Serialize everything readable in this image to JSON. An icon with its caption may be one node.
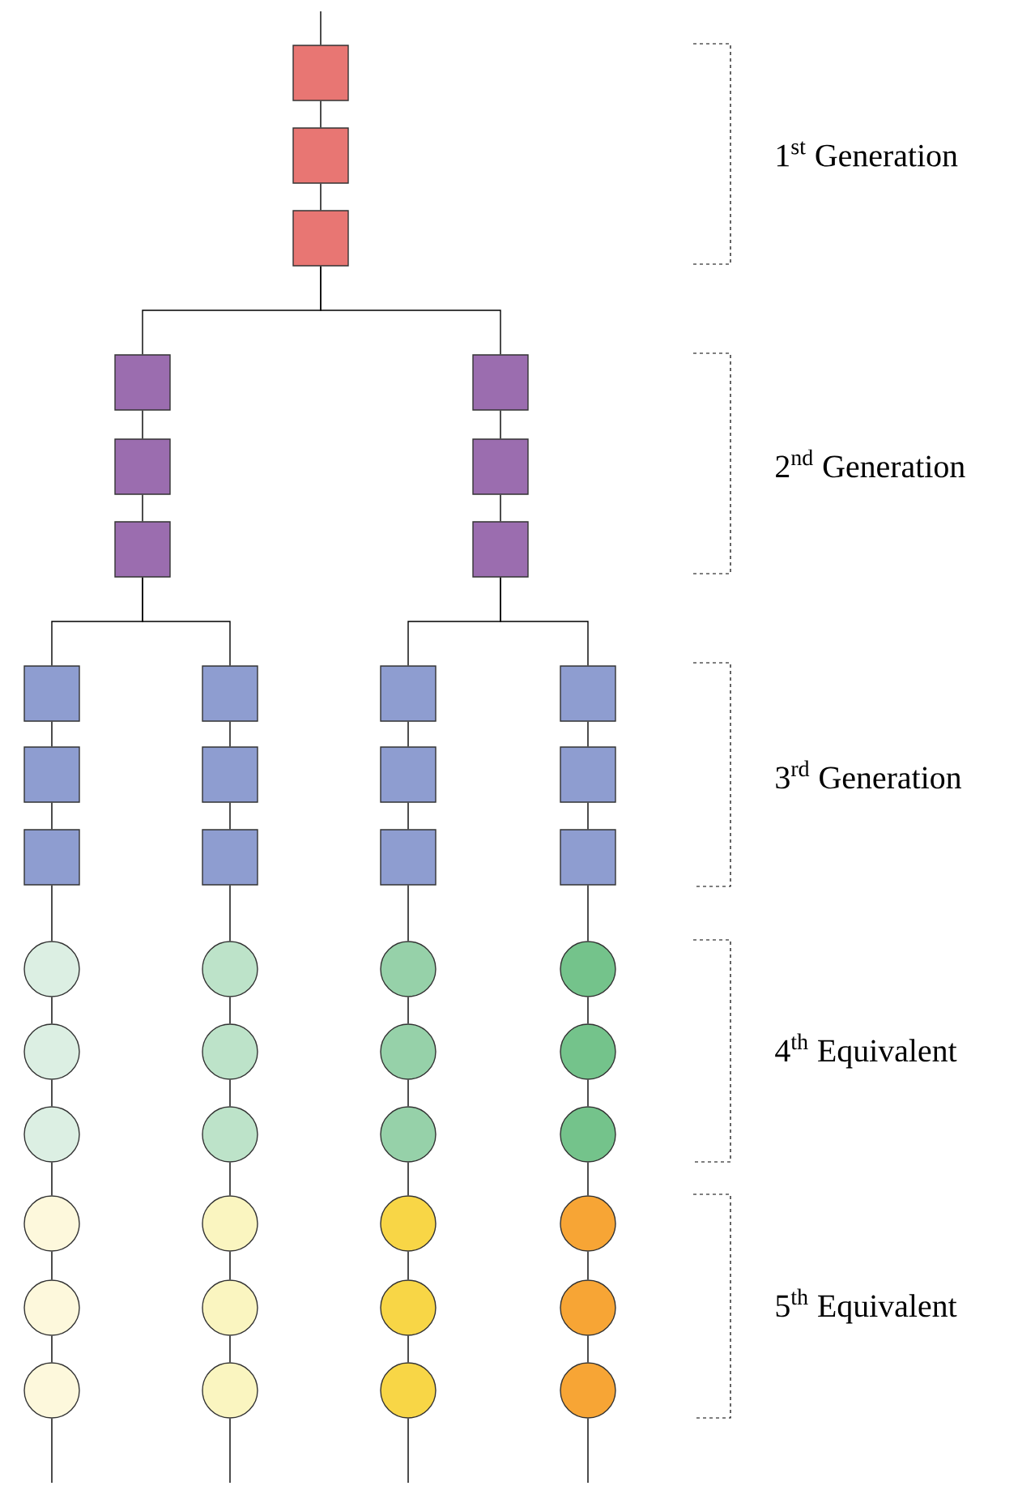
{
  "diagram": {
    "nodes": [
      {
        "text": [],
        "shape": "box"
      },
      {
        "text": [],
        "shape": "box"
      },
      {
        "text": [],
        "shape": "box"
      },
      {
        "text": [],
        "shape": "box"
      },
      {
        "text": [],
        "shape": "box"
      },
      {
        "text": [],
        "shape": "box"
      },
      {
        "text": [],
        "shape": "box"
      },
      {
        "text": [],
        "shape": "box"
      },
      {
        "text": [],
        "shape": "box"
      },
      {
        "text": [],
        "shape": "box"
      },
      {
        "text": [],
        "shape": "box"
      },
      {
        "text": [],
        "shape": "box"
      },
      {
        "text": [],
        "shape": "box"
      },
      {
        "text": [],
        "shape": "box"
      },
      {
        "text": [],
        "shape": "box"
      },
      {
        "text": [],
        "shape": "box"
      },
      {
        "text": [],
        "shape": "box"
      },
      {
        "text": [],
        "shape": "box"
      },
      {
        "text": [],
        "shape": "box"
      },
      {
        "text": [],
        "shape": "box"
      },
      {
        "text": [],
        "shape": "box"
      },
      {
        "text": [],
        "shape": "circle"
      },
      {
        "text": [],
        "shape": "circle"
      },
      {
        "text": [],
        "shape": "circle"
      },
      {
        "text": [],
        "shape": "circle"
      },
      {
        "text": [],
        "shape": "circle"
      },
      {
        "text": [],
        "shape": "circle"
      },
      {
        "text": [],
        "shape": "circle"
      },
      {
        "text": [],
        "shape": "circle"
      },
      {
        "text": [],
        "shape": "circle"
      },
      {
        "text": [],
        "shape": "circle"
      },
      {
        "text": [],
        "shape": "circle"
      },
      {
        "text": [],
        "shape": "circle"
      },
      {
        "text": [],
        "shape": "circle"
      },
      {
        "text": [],
        "shape": "circle"
      },
      {
        "text": [],
        "shape": "circle"
      },
      {
        "text": [],
        "shape": "circle"
      },
      {
        "text": [],
        "shape": "circle"
      },
      {
        "text": [],
        "shape": "circle"
      },
      {
        "text": [],
        "shape": "circle"
      },
      {
        "text": [],
        "shape": "circle"
      },
      {
        "text": [],
        "shape": "circle"
      },
      {
        "text": [],
        "shape": "circle"
      },
      {
        "text": [],
        "shape": "circle"
      },
      {
        "text": [],
        "shape": "circle"
      }
    ],
    "edges": [
      {
        "from": null,
        "to": 0,
        "arrow": "none"
      },
      {
        "from": 0,
        "to": 1,
        "arrow": "none"
      },
      {
        "from": 1,
        "to": 2,
        "arrow": "none"
      },
      {
        "from": 2,
        "to": 3,
        "arrow": "none"
      },
      {
        "from": 2,
        "to": 6,
        "arrow": "none"
      },
      {
        "from": 3,
        "to": 4,
        "arrow": "none"
      },
      {
        "from": 4,
        "to": 5,
        "arrow": "none"
      },
      {
        "from": 6,
        "to": 7,
        "arrow": "none"
      },
      {
        "from": 7,
        "to": 8,
        "arrow": "none"
      },
      {
        "from": 5,
        "to": 9,
        "arrow": "none"
      },
      {
        "from": 5,
        "to": 12,
        "arrow": "none"
      },
      {
        "from": 8,
        "to": 15,
        "arrow": "none"
      },
      {
        "from": 8,
        "to": 18,
        "arrow": "none"
      },
      {
        "from": 9,
        "to": 10,
        "arrow": "none"
      },
      {
        "from": 10,
        "to": 11,
        "arrow": "none"
      },
      {
        "from": 12,
        "to": 13,
        "arrow": "none"
      },
      {
        "from": 13,
        "to": 14,
        "arrow": "none"
      },
      {
        "from": 15,
        "to": 16,
        "arrow": "none"
      },
      {
        "from": 16,
        "to": 17,
        "arrow": "none"
      },
      {
        "from": 18,
        "to": 19,
        "arrow": "none"
      },
      {
        "from": 19,
        "to": 20,
        "arrow": "none"
      },
      {
        "from": 11,
        "to": 21,
        "arrow": "none"
      },
      {
        "from": 21,
        "to": 22,
        "arrow": "none"
      },
      {
        "from": 22,
        "to": 23,
        "arrow": "none"
      },
      {
        "from": 23,
        "to": 24,
        "arrow": "none"
      },
      {
        "from": 24,
        "to": 25,
        "arrow": "none"
      },
      {
        "from": 25,
        "to": 26,
        "arrow": "none"
      },
      {
        "from": 26,
        "to": null,
        "arrow": "none"
      },
      {
        "from": 14,
        "to": 27,
        "arrow": "none"
      },
      {
        "from": 27,
        "to": 28,
        "arrow": "none"
      },
      {
        "from": 28,
        "to": 29,
        "arrow": "none"
      },
      {
        "from": 29,
        "to": 30,
        "arrow": "none"
      },
      {
        "from": 30,
        "to": 31,
        "arrow": "none"
      },
      {
        "from": 31,
        "to": 32,
        "arrow": "none"
      },
      {
        "from": 32,
        "to": null,
        "arrow": "none"
      },
      {
        "from": 17,
        "to": 33,
        "arrow": "none"
      },
      {
        "from": 33,
        "to": 34,
        "arrow": "none"
      },
      {
        "from": 34,
        "to": 35,
        "arrow": "none"
      },
      {
        "from": 35,
        "to": 36,
        "arrow": "none"
      },
      {
        "from": 36,
        "to": 37,
        "arrow": "none"
      },
      {
        "from": 37,
        "to": 38,
        "arrow": "none"
      },
      {
        "from": 38,
        "to": null,
        "arrow": "none"
      },
      {
        "from": 20,
        "to": 39,
        "arrow": "none"
      },
      {
        "from": 39,
        "to": 40,
        "arrow": "none"
      },
      {
        "from": 40,
        "to": 41,
        "arrow": "none"
      },
      {
        "from": 41,
        "to": 42,
        "arrow": "none"
      },
      {
        "from": 42,
        "to": 43,
        "arrow": "none"
      },
      {
        "from": 43,
        "to": 44,
        "arrow": "none"
      },
      {
        "from": 44,
        "to": null,
        "arrow": "none"
      }
    ],
    "labels": [
      "1$^{st}$ Generation",
      "2$^{nd}$ Generation",
      "3$^{rd}$ Generation",
      "4$^{th}$ Equivalent",
      "5$^{th}$ Equivalent"
    ]
  }
}
